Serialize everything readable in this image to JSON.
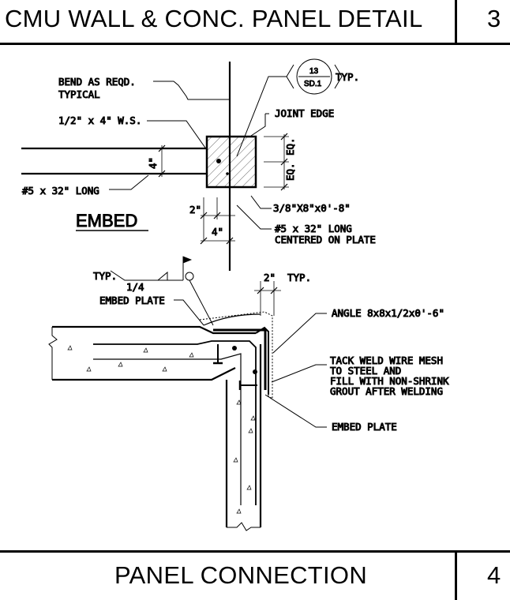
{
  "header": {
    "title": "CMU WALL & CONC. PANEL DETAIL",
    "sheet_number": "3"
  },
  "footer": {
    "title": "PANEL CONNECTION",
    "sheet_number": "4"
  },
  "embed_detail": {
    "title": "EMBED",
    "labels": {
      "bend": "BEND AS REQD.",
      "bend_2": "TYPICAL",
      "ws": "1/2\" x 4\" W.S.",
      "joint_edge": "JOINT EDGE",
      "rebar_left": "#5 x 32\" LONG",
      "plate": "3/8\"X8\"x0'-8\"",
      "rebar_bottom": "#5 x 32\" LONG",
      "rebar_bottom_2": "CENTERED ON PLATE",
      "eq_top": "EQ.",
      "eq_bottom": "EQ.",
      "dim_4_vert": "4\"",
      "dim_2": "2\"",
      "dim_4_horiz": "4\""
    },
    "section_bubble": {
      "number": "13",
      "sheet": "SD.1",
      "suffix": "TYP."
    }
  },
  "connection_detail": {
    "labels": {
      "typ_weld": "TYP.",
      "weld_size": "1/4",
      "embed_plate_top": "EMBED PLATE",
      "dim_2": "2\"",
      "dim_typ": "TYP.",
      "angle": "ANGLE 8x8x1/2x0'-6\"",
      "tack_1": "TACK WELD WIRE MESH",
      "tack_2": "TO STEEL AND",
      "tack_3": "FILL WITH NON-SHRINK",
      "tack_4": "GROUT AFTER WELDING",
      "embed_plate_bottom": "EMBED PLATE"
    }
  }
}
